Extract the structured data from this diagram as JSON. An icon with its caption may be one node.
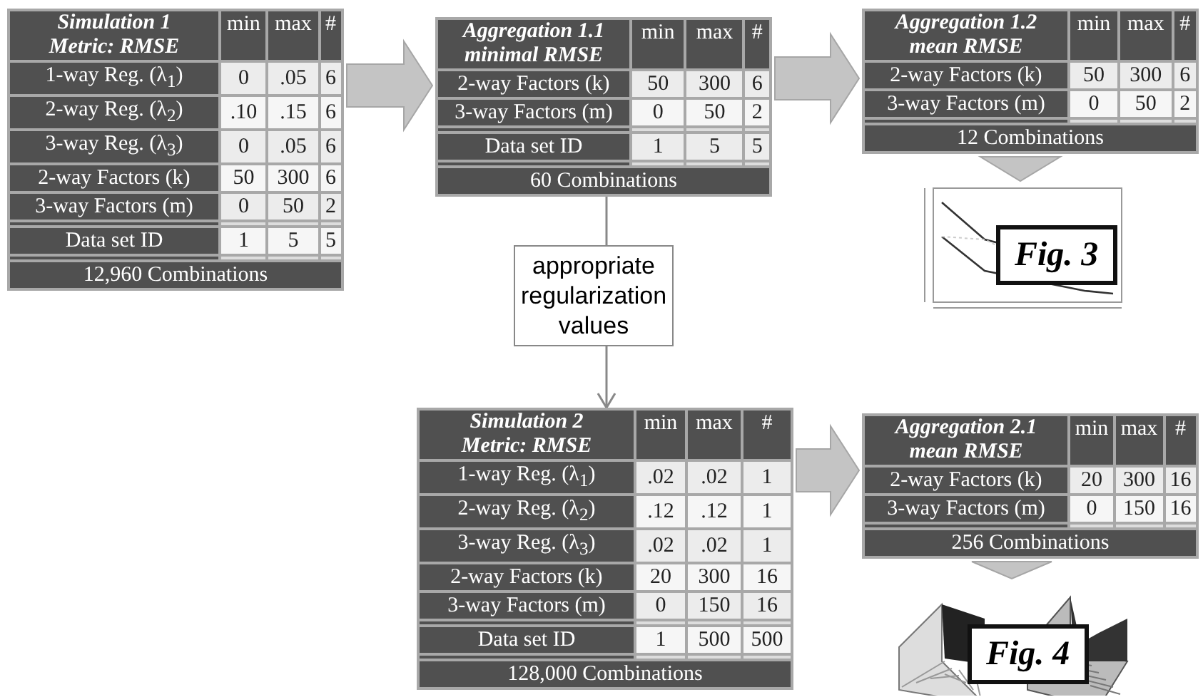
{
  "diagram": {
    "nodes": [
      {
        "text": [
          "Simulation 1 Metric: RMSE",
          "min",
          "max",
          "#",
          "1-way Reg. (λ$_{1}$)",
          "0",
          ".05",
          "6",
          "2-way Reg. (λ$_{2}$)",
          ".10",
          ".15",
          "6",
          "3-way Reg. (λ$_{3}$)",
          "0",
          ".05",
          "6",
          "2-way Factors (k)",
          "50",
          "300",
          "6",
          "3-way Factors (m)",
          "0",
          "50",
          "2",
          "Data set ID",
          "1",
          "5",
          "5",
          "12,960 Combinations"
        ]
      },
      {
        "text": [
          "Aggregation 1.1 minimal RMSE",
          "min",
          "max",
          "#",
          "2-way Factors (k)",
          "50",
          "300",
          "6",
          "3-way Factors (m)",
          "0",
          "50",
          "2",
          "Data set ID",
          "1",
          "5",
          "5",
          "60 Combinations"
        ]
      },
      {
        "text": [
          "Aggregation 1.2 mean RMSE",
          "min",
          "max",
          "#",
          "2-way Factors (k)",
          "50",
          "300",
          "6",
          "3-way Factors (m)",
          "0",
          "50",
          "2",
          "12 Combinations"
        ]
      },
      {
        "text": [
          "Fig. 3"
        ]
      },
      {
        "text": [
          "appropriate regularization values"
        ]
      },
      {
        "text": [
          "Simulation 2 Metric: RMSE",
          "min",
          "max",
          "#",
          "1-way Reg. (λ$_{1}$)",
          ".02",
          ".02",
          "1",
          "2-way Reg. (λ$_{2}$)",
          ".12",
          ".12",
          "1",
          "3-way Reg. (λ$_{3}$)",
          ".02",
          ".02",
          "1",
          "2-way Factors (k)",
          "20",
          "300",
          "16",
          "3-way Factors (m)",
          "0",
          "150",
          "16",
          "Data set ID",
          "1",
          "500",
          "500",
          "128,000 Combinations"
        ]
      },
      {
        "text": [
          "Aggregation 2.1 mean RMSE",
          "min",
          "max",
          "#",
          "2-way Factors (k)",
          "20",
          "300",
          "16",
          "3-way Factors (m)",
          "0",
          "150",
          "16",
          "256 Combinations"
        ]
      },
      {
        "text": [
          "Fig. 4"
        ]
      }
    ],
    "edges": [
      {
        "from": 0,
        "to": 1,
        "arrow": "to"
      },
      {
        "from": 1,
        "to": 2,
        "arrow": "to"
      },
      {
        "from": 2,
        "to": 3,
        "arrow": "to"
      },
      {
        "from": 1,
        "to": 4,
        "arrow": "none"
      },
      {
        "from": 4,
        "to": 5,
        "arrow": "to"
      },
      {
        "from": 5,
        "to": 6,
        "arrow": "to"
      },
      {
        "from": 6,
        "to": 7,
        "arrow": "to"
      }
    ]
  }
}
